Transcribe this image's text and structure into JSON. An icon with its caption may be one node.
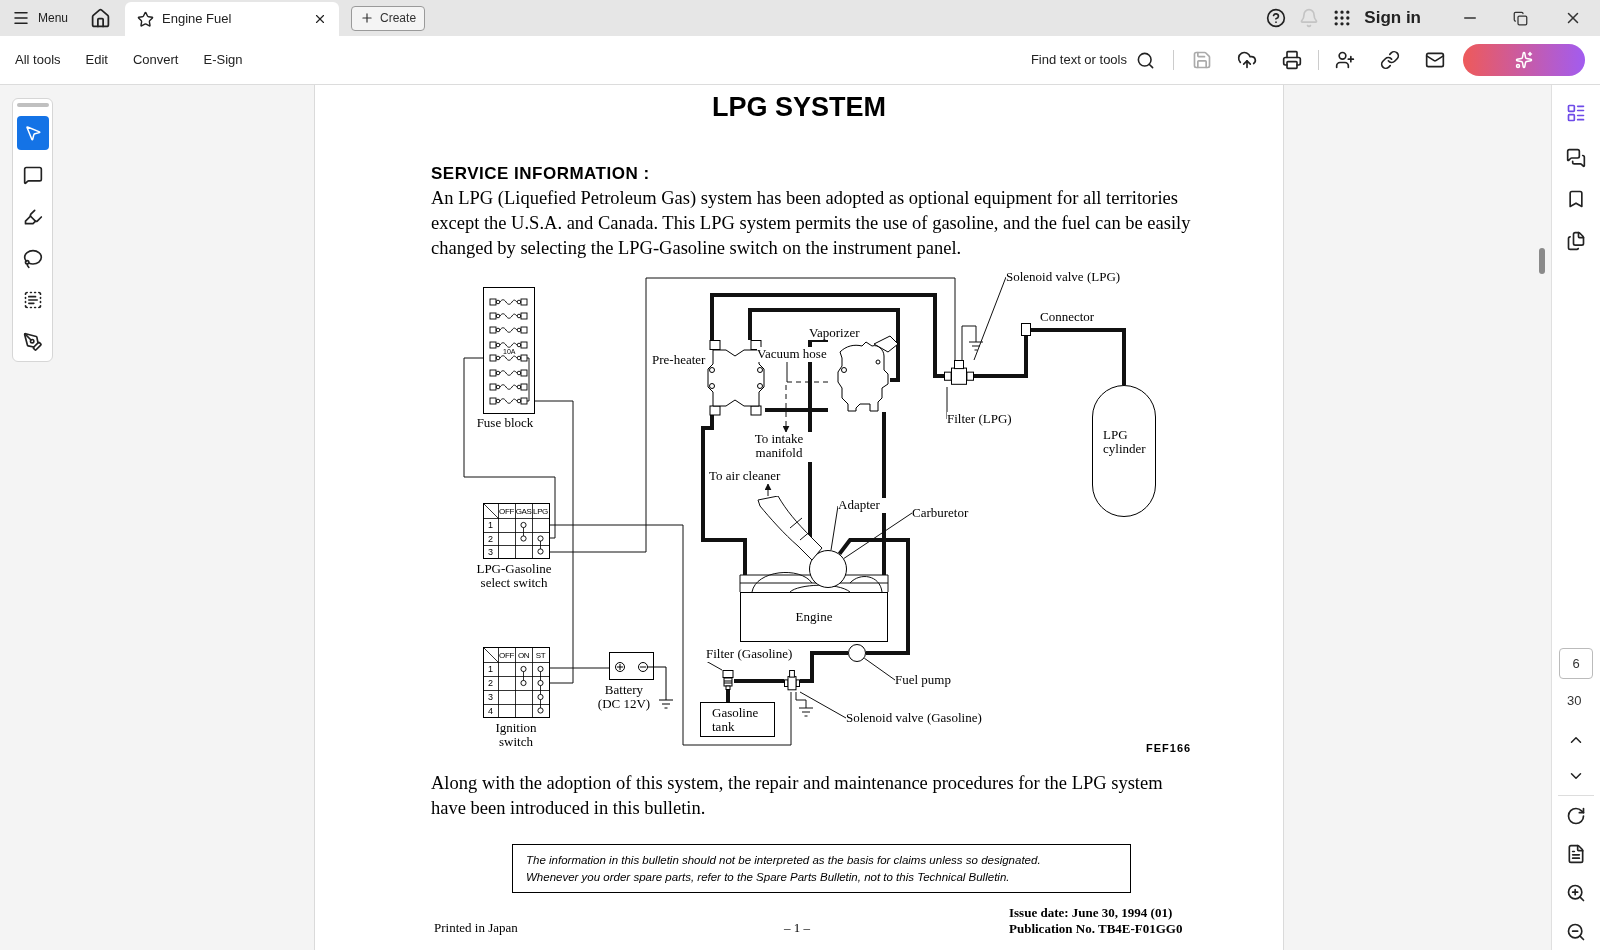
{
  "diagram": {
    "title": "LPG SYSTEM",
    "nodes": [
      {
        "text": [
          "Fuse block"
        ]
      },
      {
        "text": [
          "LPG-Gasoline select switch"
        ]
      },
      {
        "text": [
          "Ignition switch"
        ]
      },
      {
        "text": [
          "Battery (DC 12V)"
        ]
      },
      {
        "text": [
          "Gasoline tank"
        ]
      },
      {
        "text": [
          "Engine"
        ]
      },
      {
        "text": [
          "Pre-heater"
        ]
      },
      {
        "text": [
          "Vaporizer"
        ]
      },
      {
        "text": [
          "Vacuum hose"
        ]
      },
      {
        "text": [
          "To intake manifold"
        ]
      },
      {
        "text": [
          "To air cleaner"
        ]
      },
      {
        "text": [
          "Adapter"
        ]
      },
      {
        "text": [
          "Carburetor"
        ]
      },
      {
        "text": [],
        "shape": "circle"
      },
      {
        "text": [
          "Solenoid valve (LPG)"
        ]
      },
      {
        "text": [
          "Filter (LPG)"
        ]
      },
      {
        "text": [],
        "shape": "picture"
      },
      {
        "text": [
          "Connector"
        ]
      },
      {
        "text": [
          "LPG cylinder"
        ]
      },
      {
        "text": [
          "Filter (Gasoline)"
        ]
      },
      {
        "text": [],
        "shape": "picture"
      },
      {
        "text": [
          "Solenoid valve (Gasoline)"
        ]
      },
      {
        "text": [],
        "shape": "picture"
      },
      {
        "text": [
          "Fuel pump"
        ]
      },
      {
        "text": [],
        "shape": "circle"
      },
      {
        "text": [
          "The information in this bulletin should not be interpreted as the basis for claims unless so designated.",
          "Whenever you order spare parts, refer to the Spare Parts Bulletin, not to this Technical Bulletin."
        ]
      },
      {
        "text": [],
        "shape": "picture"
      }
    ],
    "edges": [
      {
        "from": 0,
        "to": 1,
        "arrow": "none"
      },
      {
        "from": 0,
        "to": 2,
        "arrow": "none"
      },
      {
        "from": 1,
        "to": 22,
        "arrow": "none"
      },
      {
        "from": 1,
        "to": 16,
        "arrow": "none"
      },
      {
        "from": 2,
        "to": 3,
        "arrow": "none"
      },
      {
        "from": 18,
        "to": 17,
        "arrow": "none",
        "style": "thick"
      },
      {
        "from": 17,
        "to": 16,
        "arrow": "none",
        "style": "thick"
      },
      {
        "from": 16,
        "to": 6,
        "arrow": "none",
        "style": "thick"
      },
      {
        "from": 6,
        "to": 7,
        "arrow": "none",
        "style": "thick"
      },
      {
        "from": 6,
        "to": 7,
        "arrow": "none",
        "style": "thick"
      },
      {
        "from": 6,
        "to": 5,
        "arrow": "none",
        "style": "thick"
      },
      {
        "from": 7,
        "to": 5,
        "arrow": "none",
        "style": "thick"
      },
      {
        "from": 7,
        "to": 13,
        "arrow": "none",
        "style": "thick"
      },
      {
        "from": 7,
        "to": 9,
        "arrow": "to",
        "style": "dashed"
      },
      {
        "from": 26,
        "to": 10,
        "arrow": "to"
      },
      {
        "from": 4,
        "to": 20,
        "arrow": "none",
        "style": "thick"
      },
      {
        "from": 20,
        "to": 22,
        "arrow": "none",
        "style": "thick"
      },
      {
        "from": 22,
        "to": 24,
        "arrow": "none",
        "style": "thick"
      },
      {
        "from": 24,
        "to": 13,
        "arrow": "none",
        "style": "thick"
      },
      {
        "from": 8,
        "to": null,
        "arrow": "none"
      },
      {
        "from": 11,
        "to": 13,
        "arrow": "none"
      },
      {
        "from": 12,
        "to": 13,
        "arrow": "none"
      },
      {
        "from": 14,
        "to": 16,
        "arrow": "none"
      },
      {
        "from": 15,
        "to": 16,
        "arrow": "none"
      },
      {
        "from": 19,
        "to": 20,
        "arrow": "none"
      },
      {
        "from": 21,
        "to": 22,
        "arrow": "none"
      },
      {
        "from": 23,
        "to": 24,
        "arrow": "none"
      }
    ],
    "labels": [
      "10A",
      "OFF",
      "GAS",
      "LPG",
      "1",
      "2",
      "3",
      "OFF",
      "ON",
      "ST",
      "1",
      "2",
      "3",
      "4",
      "FEF166",
      "SERVICE INFORMATION :",
      "An LPG (Liquefied Petroleum Gas) system has been adopted as optional equipment for all territories except the U.S.A. and Canada. This LPG system permits the use of gasoline, and the fuel can be easily changed by selecting the LPG-Gasoline switch on the instrument panel.",
      "Along with the adoption of this system, the repair and maintenance procedures for the LPG system have been introduced in this bulletin.",
      "Printed in Japan",
      "– 1 –",
      "Issue date: June 30, 1994 (01)",
      "Publication No. TB4E-F01GG0",
      "Menu",
      "Engine Fuel",
      "Create",
      "Sign in",
      "All tools",
      "Edit",
      "Convert",
      "E-Sign",
      "Find text or tools",
      "6",
      "30"
    ]
  }
}
